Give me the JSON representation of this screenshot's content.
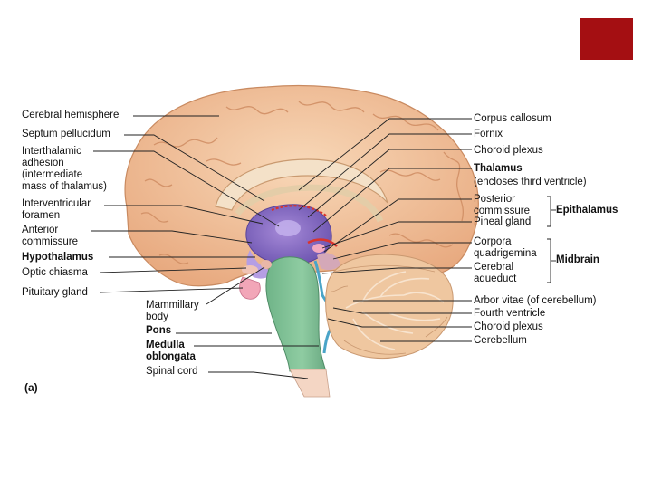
{
  "panel_letter": "(a)",
  "colors": {
    "corner_block": "#a40f12",
    "cortex": "#f3c7a0",
    "cortex_dark": "#d9956b",
    "diencephalon": "#8b6fc7",
    "brainstem": "#7fbf93",
    "cerebellum": "#efc7a0",
    "ventricle": "#4aa4c8",
    "choroid": "#d9332d",
    "pituitary": "#f2a6b8"
  },
  "labels_left": [
    {
      "id": "cerebral-hemisphere",
      "text": "Cerebral hemisphere",
      "bold": false
    },
    {
      "id": "septum-pellucidum",
      "text": "Septum pellucidum",
      "bold": false
    },
    {
      "id": "interthalamic-adhesion",
      "text": "Interthalamic\nadhesion\n(intermediate\nmass of thalamus)",
      "bold": false
    },
    {
      "id": "interventricular-foramen",
      "text": "Interventricular\nforamen",
      "bold": false
    },
    {
      "id": "anterior-commissure",
      "text": "Anterior\ncommissure",
      "bold": false
    },
    {
      "id": "hypothalamus",
      "text": "Hypothalamus",
      "bold": true
    },
    {
      "id": "optic-chiasma",
      "text": "Optic chiasma",
      "bold": false
    },
    {
      "id": "pituitary-gland",
      "text": "Pituitary gland",
      "bold": false
    }
  ],
  "labels_bottom": [
    {
      "id": "mammillary-body",
      "text": "Mammillary\nbody",
      "bold": false
    },
    {
      "id": "pons",
      "text": "Pons",
      "bold": true
    },
    {
      "id": "medulla-oblongata",
      "text": "Medulla\noblongata",
      "bold": true
    },
    {
      "id": "spinal-cord",
      "text": "Spinal cord",
      "bold": false
    }
  ],
  "labels_right": [
    {
      "id": "corpus-callosum",
      "text": "Corpus callosum",
      "bold": false
    },
    {
      "id": "fornix",
      "text": "Fornix",
      "bold": false
    },
    {
      "id": "choroid-plexus-upper",
      "text": "Choroid plexus",
      "bold": false
    },
    {
      "id": "thalamus",
      "text": "Thalamus",
      "bold": true
    },
    {
      "id": "thalamus-note",
      "text": "(encloses third ventricle)",
      "bold": false
    },
    {
      "id": "posterior-commissure",
      "text": "Posterior\ncommissure",
      "bold": false
    },
    {
      "id": "pineal-gland",
      "text": "Pineal gland",
      "bold": false
    },
    {
      "id": "corpora-quadrigemina",
      "text": "Corpora\nquadrigemina",
      "bold": false
    },
    {
      "id": "cerebral-aqueduct",
      "text": "Cerebral\naqueduct",
      "bold": false
    },
    {
      "id": "arbor-vitae",
      "text": "Arbor vitae (of cerebellum)",
      "bold": false
    },
    {
      "id": "fourth-ventricle",
      "text": "Fourth ventricle",
      "bold": false
    },
    {
      "id": "choroid-plexus-lower",
      "text": "Choroid plexus",
      "bold": false
    },
    {
      "id": "cerebellum",
      "text": "Cerebellum",
      "bold": false
    }
  ],
  "groups": [
    {
      "id": "epithalamus",
      "text": "Epithalamus"
    },
    {
      "id": "midbrain",
      "text": "Midbrain"
    }
  ]
}
